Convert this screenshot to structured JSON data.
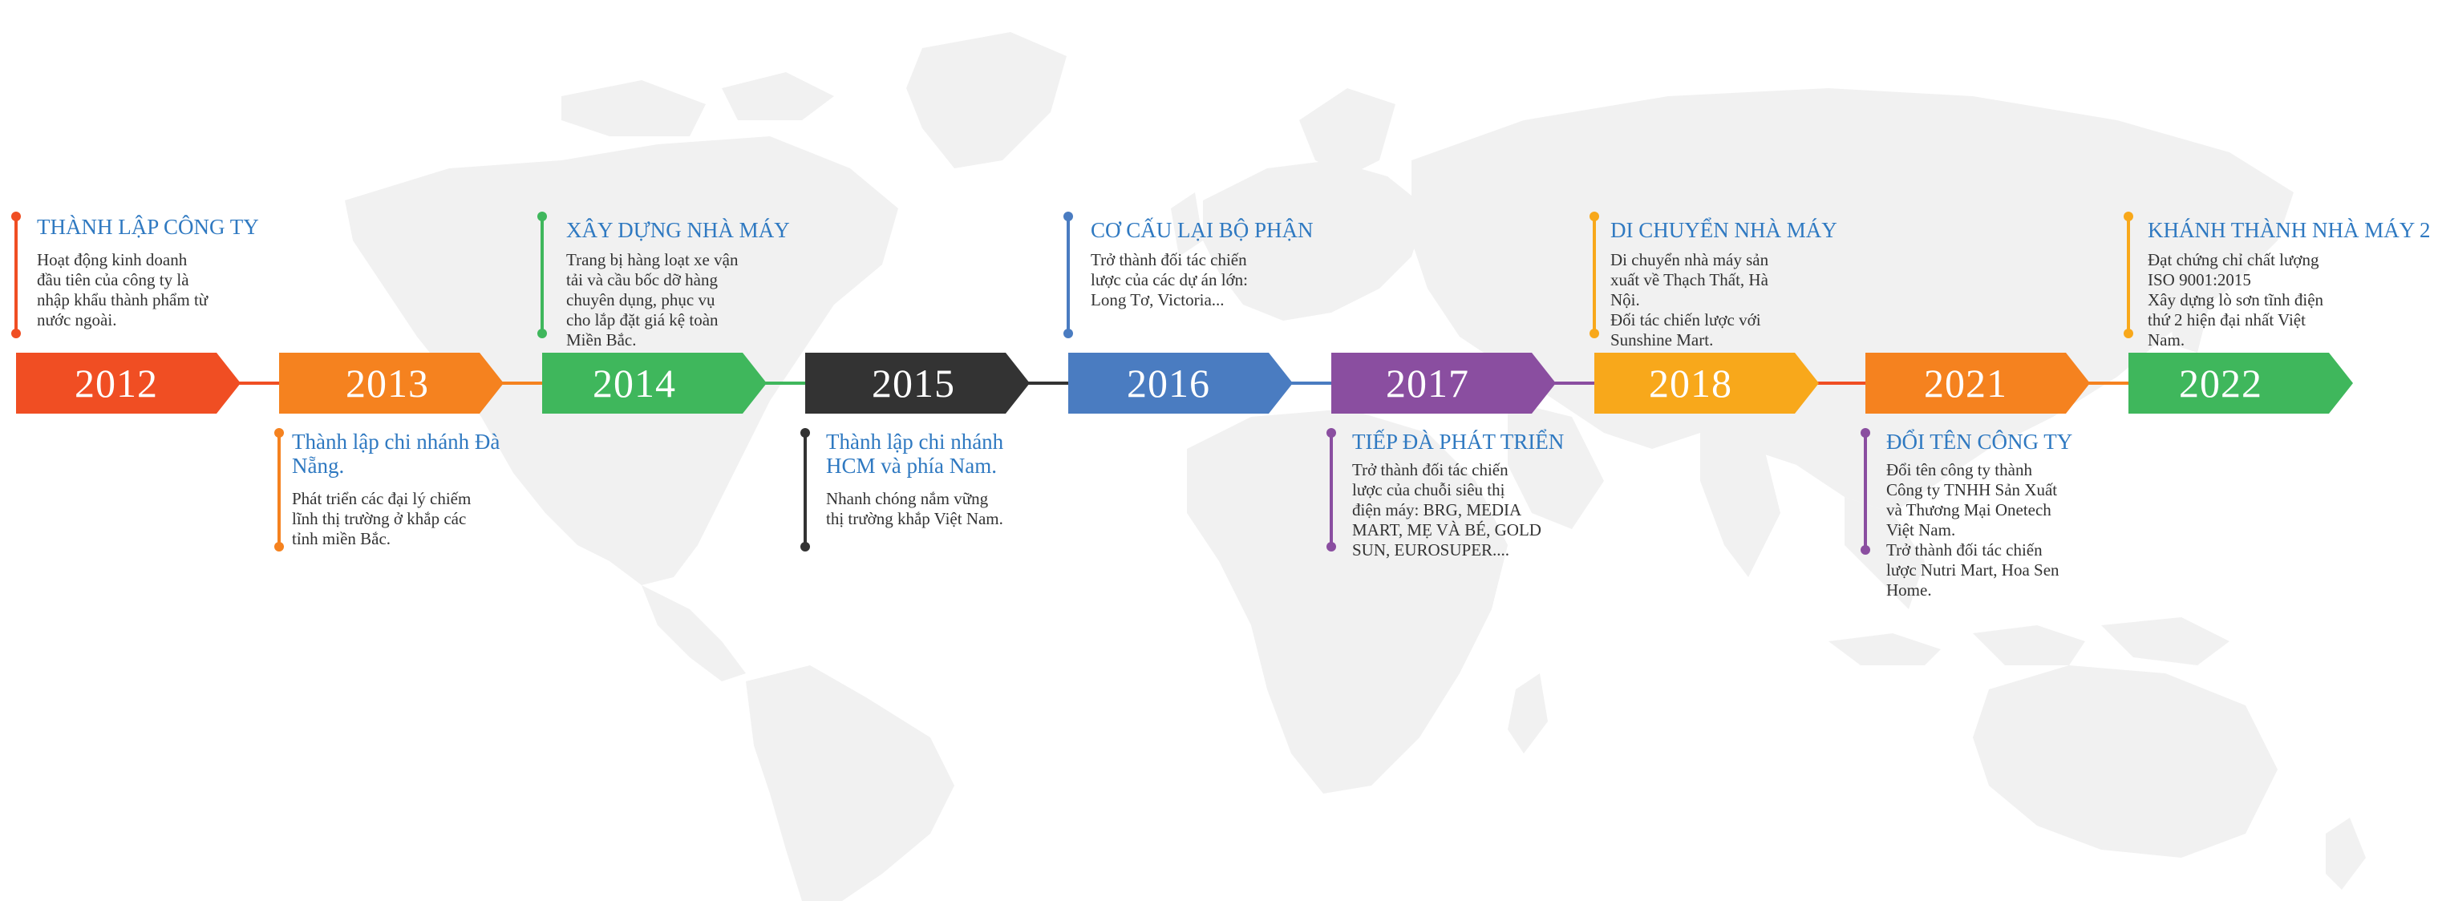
{
  "colors": {
    "y2012": "#f04e23",
    "y2013": "#f5821f",
    "y2014": "#3fb75c",
    "y2015": "#333333",
    "y2016": "#4a7cc1",
    "y2017": "#8a4ea0",
    "y2018": "#f8a81b",
    "y2021": "#f5821f",
    "y2022": "#3fb75c",
    "title": "#2f79c1",
    "map": "#f1f1f1"
  },
  "milestones": [
    {
      "year": "2012",
      "title": "THÀNH LẬP CÔNG TY",
      "lines": [
        "Hoạt động kinh doanh",
        "đầu tiên của công ty là",
        "nhập khẩu thành phẩm từ",
        "nước ngoài."
      ]
    },
    {
      "year": "2013",
      "title": "Thành lập chi nhánh Đà Nẵng.",
      "lines": [
        "Phát triển các đại lý chiếm",
        "lĩnh thị trường ở khắp các",
        "tỉnh miền Bắc."
      ]
    },
    {
      "year": "2014",
      "title": "XÂY DỰNG NHÀ MÁY",
      "lines": [
        "Trang bị hàng loạt xe vận",
        "tải và cầu bốc dỡ hàng",
        "chuyên dụng, phục vụ",
        "cho lắp đặt giá kệ toàn",
        "Miền Bắc."
      ]
    },
    {
      "year": "2015",
      "title": "Thành lập chi nhánh HCM và phía Nam.",
      "lines": [
        "Nhanh chóng nắm vững",
        "thị trường khắp Việt Nam."
      ]
    },
    {
      "year": "2016",
      "title": "CƠ CẤU LẠI BỘ PHẬN",
      "lines": [
        "Trở thành đối tác chiến",
        "lược của các dự án lớn:",
        "Long Tơ, Victoria..."
      ]
    },
    {
      "year": "2017",
      "title": "TIẾP ĐÀ PHÁT TRIỂN",
      "lines": [
        "Trở thành đối tác chiến",
        "lược của chuỗi siêu thị",
        "điện máy: BRG, MEDIA",
        "MART, MẸ VÀ BÉ, GOLD",
        "SUN, EUROSUPER...."
      ]
    },
    {
      "year": "2018",
      "title": "DI CHUYỂN NHÀ MÁY",
      "lines": [
        "Di chuyển nhà máy sản",
        "xuất về Thạch Thất, Hà",
        "Nội.",
        "Đối tác chiến lược với",
        "Sunshine Mart."
      ]
    },
    {
      "year": "2021",
      "title": "ĐỔI TÊN CÔNG TY",
      "lines": [
        "Đổi tên công ty thành",
        "Công ty TNHH Sản Xuất",
        "và Thương Mại Onetech",
        "Việt Nam.",
        "Trở thành đối tác chiến",
        "lược Nutri Mart, Hoa Sen",
        "Home."
      ]
    },
    {
      "year": "2022",
      "title": "KHÁNH THÀNH NHÀ MÁY 2",
      "lines": [
        "Đạt chứng chỉ chất lượng",
        "ISO 9001:2015",
        "Xây dựng lò sơn tĩnh điện",
        "thứ 2 hiện đại nhất Việt",
        "Nam."
      ]
    }
  ]
}
